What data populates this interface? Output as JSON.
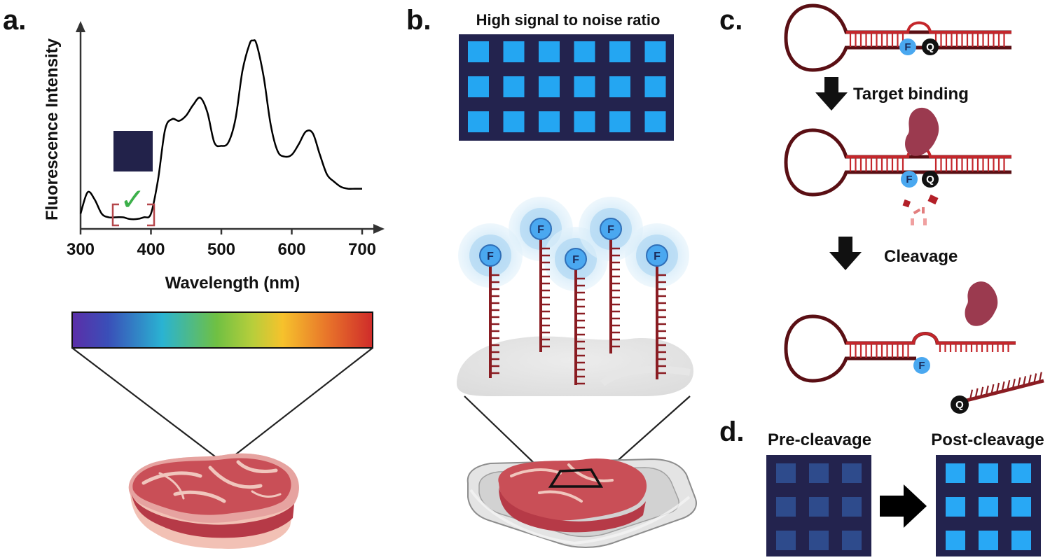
{
  "panels": {
    "a": "a.",
    "b": "b.",
    "c": "c.",
    "d": "d."
  },
  "panel_a": {
    "y_axis_label": "Fluorescence Intensity",
    "x_axis_label": "Wavelength (nm)",
    "x_ticks": [
      "300",
      "400",
      "500",
      "600",
      "700"
    ],
    "check_mark": "✓",
    "colors": {
      "spectrum_curve": "#000000",
      "check": "#3cb04a",
      "bracket": "#b5474b",
      "dark_square": "#22224a"
    }
  },
  "panel_b": {
    "title": "High signal to noise ratio",
    "fluorophore": "F",
    "colors": {
      "array_bg": "#23234e",
      "spot": "#24a6f2",
      "glow": "#cfe8f8",
      "strand": "#8a1c22"
    }
  },
  "panel_c": {
    "step1_label": "Target binding",
    "step2_label": "Cleavage",
    "fluorophore": "F",
    "quencher": "Q",
    "colors": {
      "hairpin": "#8c1c22",
      "rungs": "#c4262b",
      "fluor_bg": "#4aa8f0",
      "quencher_bg": "#111111",
      "enzyme": "#9b3a4f"
    }
  },
  "panel_d": {
    "pre_label": "Pre-cleavage",
    "post_label": "Post-cleavage",
    "colors": {
      "pre_spot": "#2e4b8c",
      "post_spot": "#28a8f5",
      "bg": "#23234e"
    }
  },
  "chart_data": {
    "type": "line",
    "xlabel": "Wavelength (nm)",
    "ylabel": "Fluorescence Intensity",
    "x_ticks": [
      300,
      400,
      500,
      600,
      700
    ],
    "xlim": [
      300,
      700
    ],
    "series": [
      {
        "x": [
          300,
          310,
          320,
          330,
          340,
          350,
          360,
          370,
          380,
          390,
          400,
          410,
          420,
          430,
          440,
          450,
          460,
          470,
          480,
          490,
          500,
          510,
          520,
          530,
          540,
          545,
          550,
          560,
          570,
          580,
          590,
          600,
          610,
          620,
          630,
          640,
          650,
          660,
          670,
          680,
          690,
          700
        ],
        "y": [
          0.05,
          0.17,
          0.13,
          0.05,
          0.03,
          0.03,
          0.03,
          0.02,
          0.02,
          0.03,
          0.05,
          0.24,
          0.52,
          0.58,
          0.57,
          0.6,
          0.66,
          0.7,
          0.62,
          0.45,
          0.43,
          0.45,
          0.58,
          0.85,
          1.0,
          1.02,
          1.0,
          0.82,
          0.55,
          0.4,
          0.37,
          0.38,
          0.44,
          0.51,
          0.5,
          0.38,
          0.27,
          0.23,
          0.2,
          0.19,
          0.19,
          0.19
        ]
      }
    ]
  }
}
